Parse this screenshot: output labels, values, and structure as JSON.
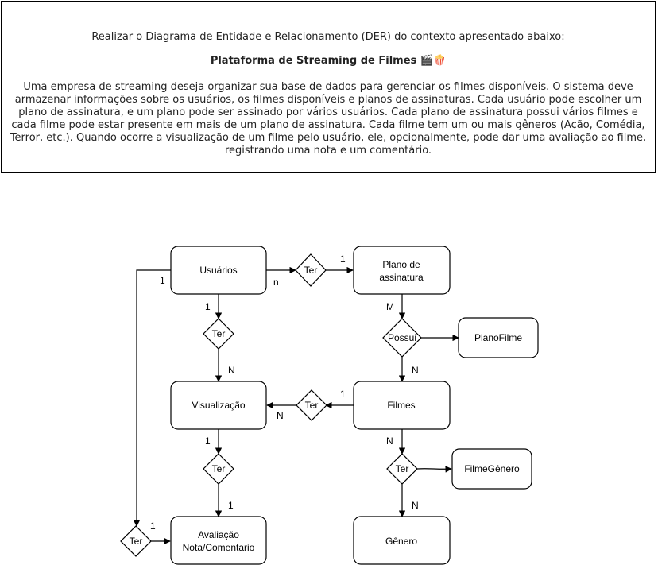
{
  "context": {
    "intro": "Realizar o Diagrama de Entidade e Relacionamento (DER) do contexto apresentado abaixo:",
    "title": "Plataforma de Streaming de Filmes 🎬🍿",
    "body": "Uma empresa de streaming deseja organizar sua base de dados para gerenciar os filmes disponíveis. O sistema deve armazenar informações sobre os usuários, os filmes disponíveis e planos de assinaturas. Cada usuário pode escolher um plano de assinatura, e um plano pode ser assinado por vários usuários. Cada plano de assinatura possui vários filmes e cada filme pode estar presente em mais de um plano de assinatura. Cada filme tem um ou mais gêneros (Ação, Comédia, Terror, etc.). Quando ocorre a visualização de um filme pelo usuário, ele, opcionalmente, pode dar uma avaliação ao filme, registrando uma nota e um comentário."
  },
  "entities": {
    "usuarios": "Usuários",
    "plano_line1": "Plano de",
    "plano_line2": "assinatura",
    "visualizacao": "Visualização",
    "filmes": "Filmes",
    "avaliacao_line1": "Avaliação",
    "avaliacao_line2": "Nota/Comentario",
    "genero": "Gênero",
    "plano_filme": "PlanoFilme",
    "filme_genero": "FilmeGênero"
  },
  "relationships": {
    "ter_usuarios_plano": "Ter",
    "ter_usuarios_visualizacao": "Ter",
    "possui_plano_filmes": "Possui",
    "ter_filmes_visualizacao": "Ter",
    "ter_visualizacao_avaliacao": "Ter",
    "ter_filmes_genero": "Ter",
    "ter_usuarios_avaliacao": "Ter"
  },
  "cardinalities": {
    "usuarios_to_ter_left": "1",
    "usuarios_to_ter_top": "n",
    "ter_to_plano": "1",
    "usuarios_down": "1",
    "ter_to_visualizacao": "N",
    "plano_down": "M",
    "possui_to_filmes": "N",
    "filmes_to_ter": "1",
    "ter_to_visualizacao_left": "N",
    "visualizacao_down": "1",
    "ter_to_avaliacao": "1",
    "filmes_down": "N",
    "ter_to_genero": "N",
    "ter_to_avaliacao_left": "1"
  }
}
